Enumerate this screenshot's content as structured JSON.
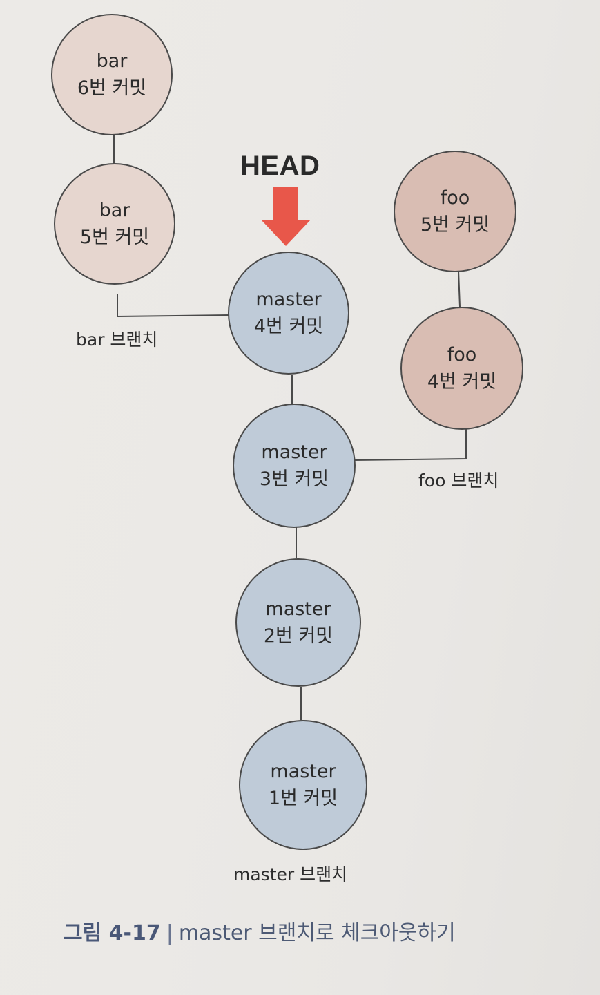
{
  "head_label": "HEAD",
  "nodes": [
    {
      "id": "bar6",
      "line1": "bar",
      "line2": "6번 커밋"
    },
    {
      "id": "bar5",
      "line1": "bar",
      "line2": "5번 커밋"
    },
    {
      "id": "foo5",
      "line1": "foo",
      "line2": "5번 커밋"
    },
    {
      "id": "foo4",
      "line1": "foo",
      "line2": "4번 커밋"
    },
    {
      "id": "master4",
      "line1": "master",
      "line2": "4번 커밋"
    },
    {
      "id": "master3",
      "line1": "master",
      "line2": "3번 커밋"
    },
    {
      "id": "master2",
      "line1": "master",
      "line2": "2번 커밋"
    },
    {
      "id": "master1",
      "line1": "master",
      "line2": "1번 커밋"
    }
  ],
  "branch_labels": {
    "bar": "bar 브랜치",
    "foo": "foo 브랜치",
    "master": "master 브랜치"
  },
  "caption": {
    "figure": "그림 4-17",
    "separator": "|",
    "text": "master 브랜치로 체크아웃하기"
  },
  "colors": {
    "bar_node": "#e6d6cf",
    "foo_node": "#d9bdb3",
    "master_node": "#bfcbd8",
    "head_arrow": "#e8574a",
    "caption": "#4d5a75"
  }
}
